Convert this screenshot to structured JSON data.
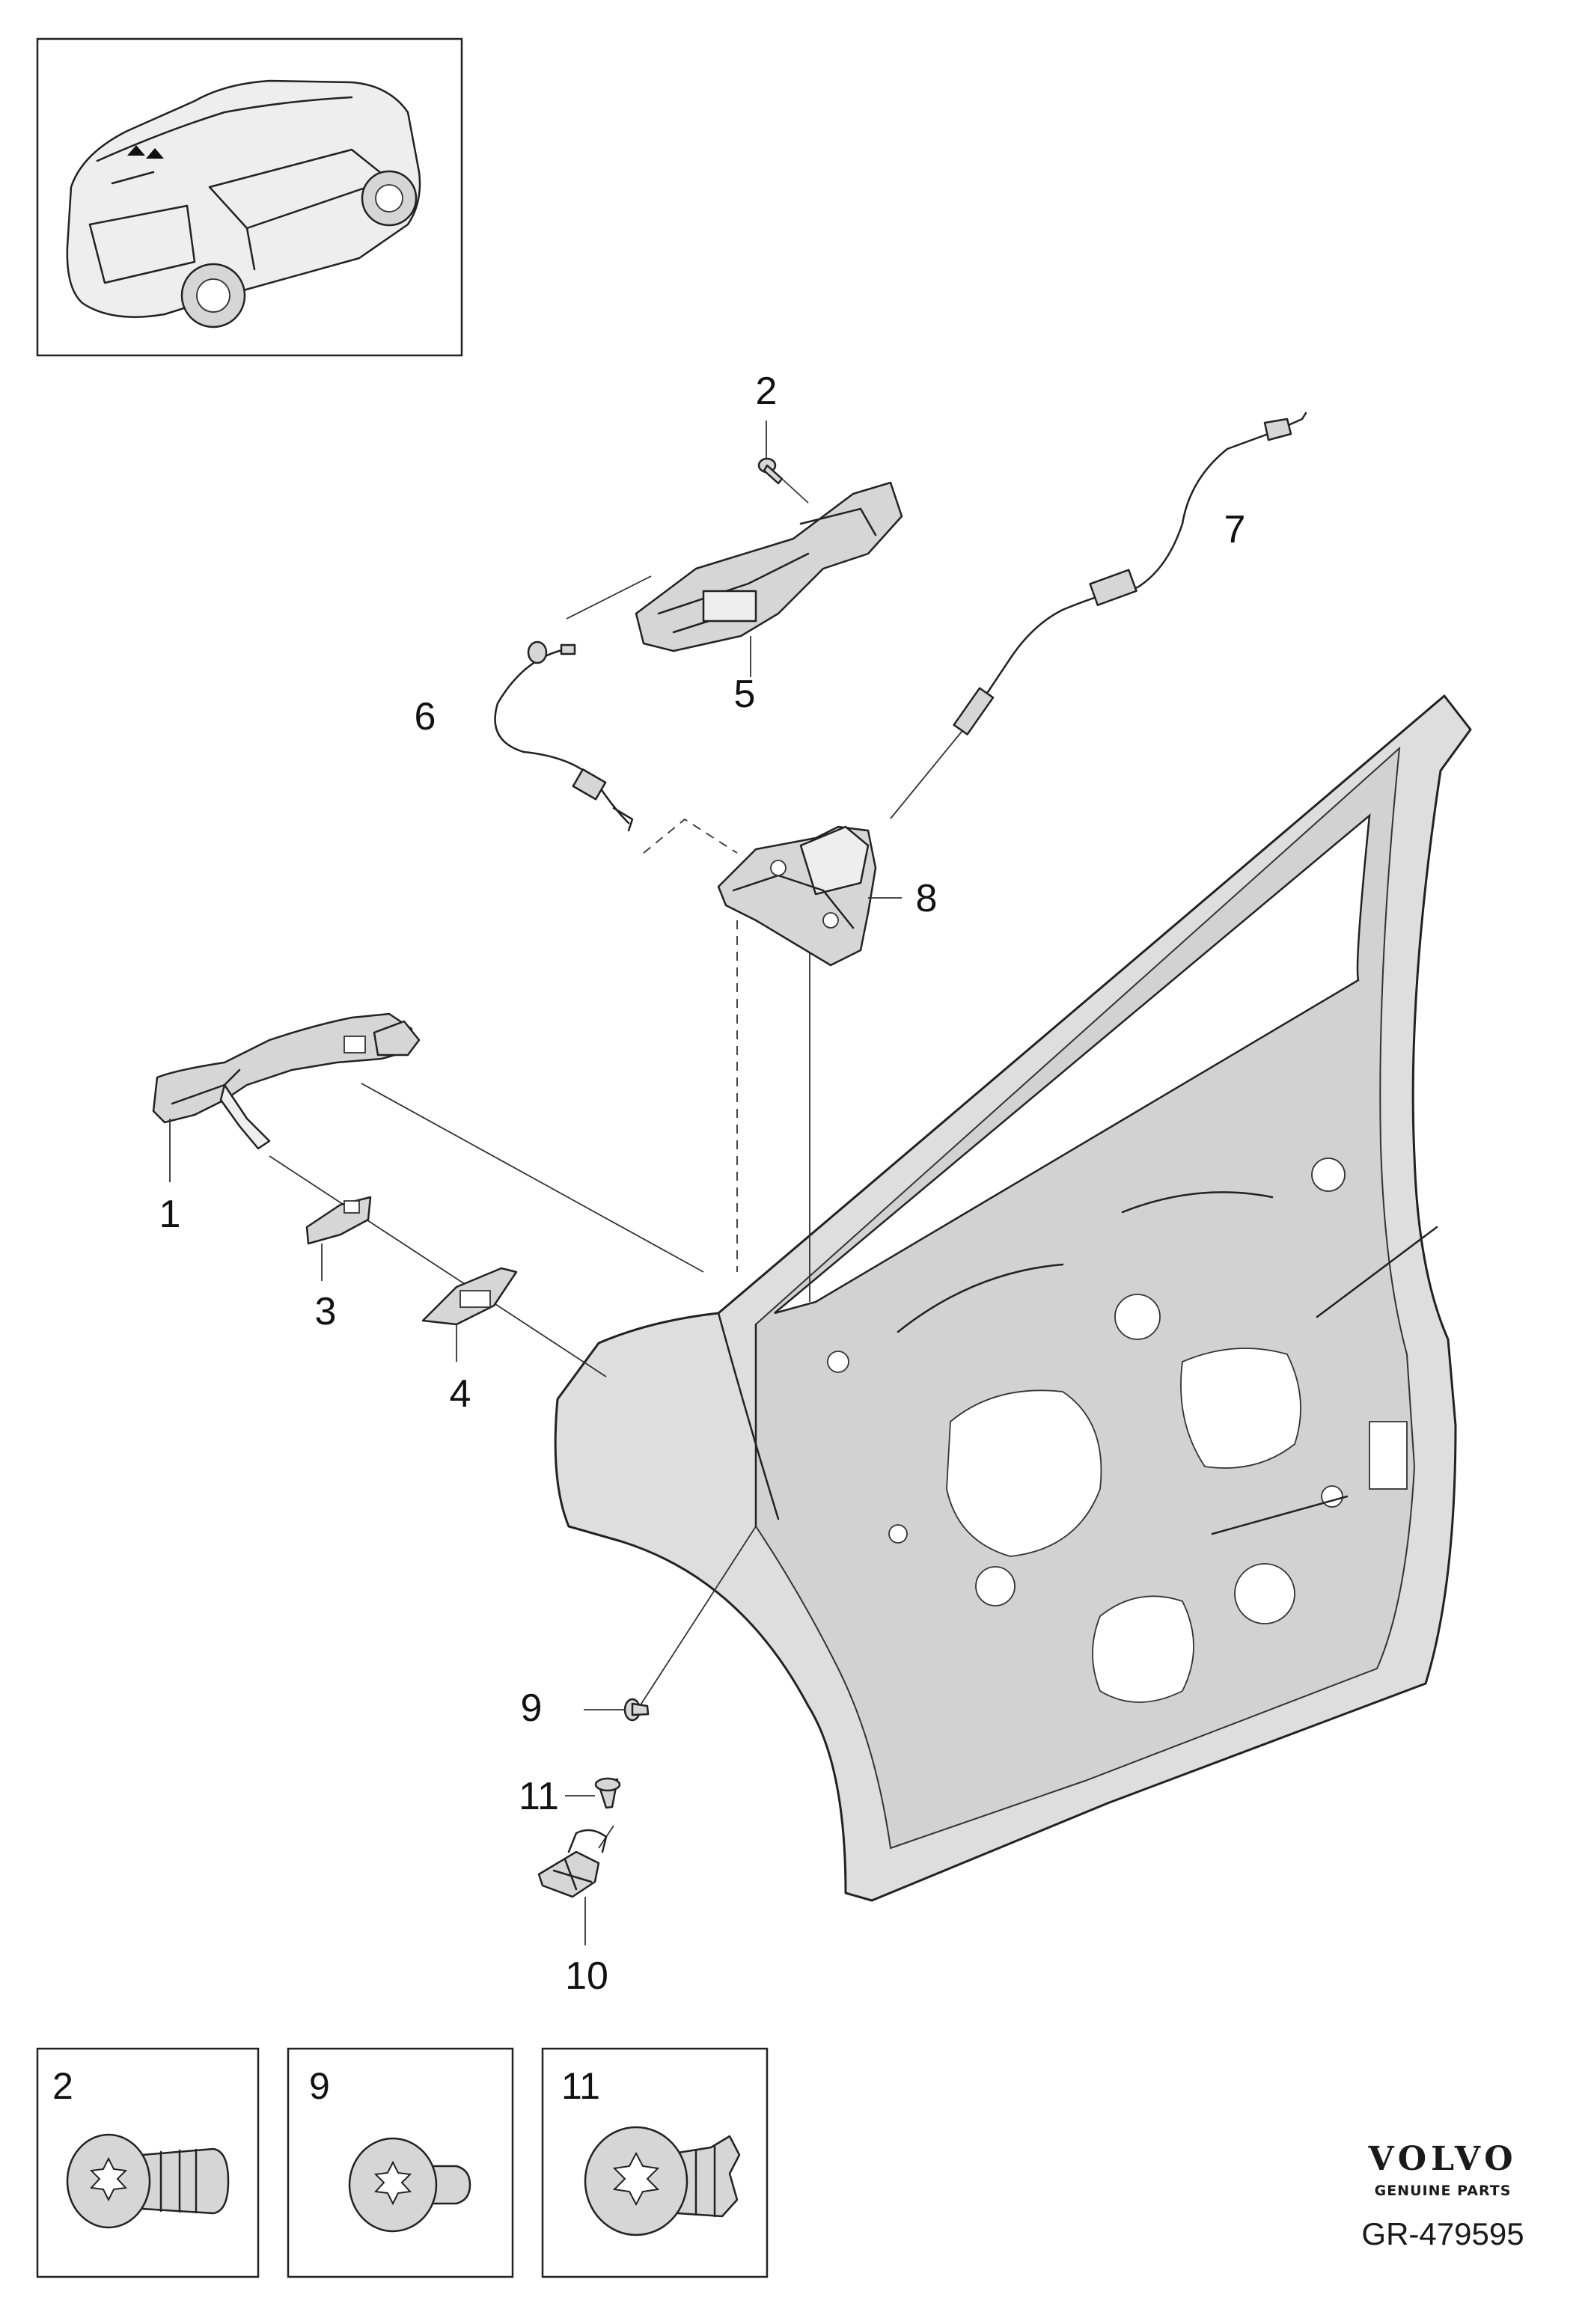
{
  "callouts": {
    "c1": "1",
    "c2": "2",
    "c3": "3",
    "c4": "4",
    "c5": "5",
    "c6": "6",
    "c7": "7",
    "c8": "8",
    "c9": "9",
    "c10": "10",
    "c11": "11"
  },
  "detail_boxes": [
    {
      "label": "2"
    },
    {
      "label": "9"
    },
    {
      "label": "11"
    }
  ],
  "brand": {
    "name": "VOLVO",
    "tagline": "GENUINE PARTS"
  },
  "diagram_code": "GR-479595",
  "colors": {
    "line": "#222222",
    "part_fill": "#d6d6d6",
    "door_fill": "#dedede"
  }
}
